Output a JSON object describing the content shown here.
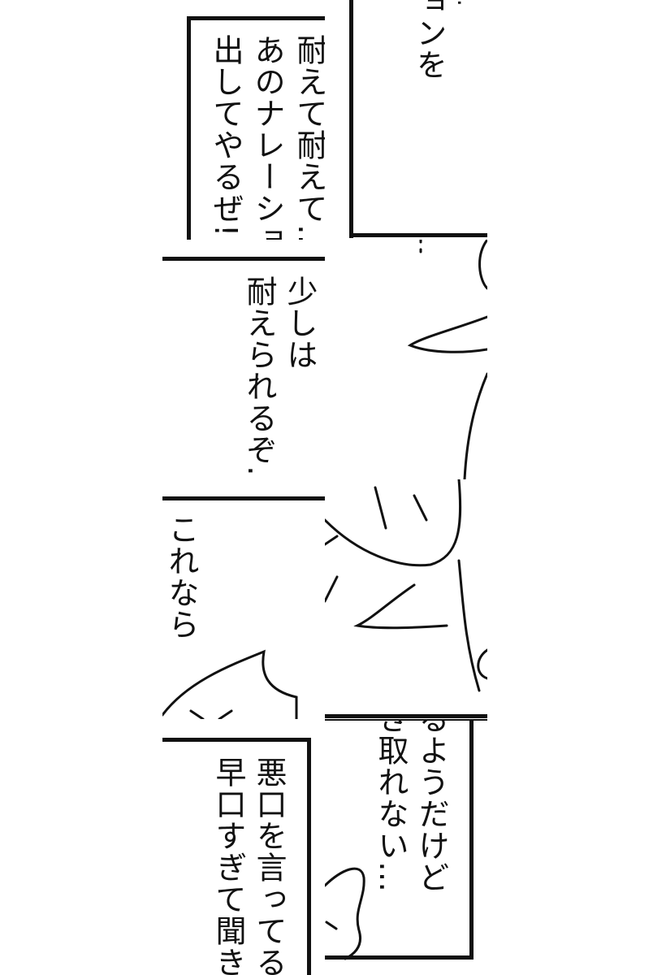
{
  "panels": [
    {
      "id": "r1-left",
      "lines": [
        "耐えて耐えて…",
        "あのナレーショ",
        "出してやるぜ!"
      ]
    },
    {
      "id": "r1-right",
      "lines": [
        "ョンを"
      ],
      "dots": "…",
      "mark": "!"
    },
    {
      "id": "r2-left",
      "lines": [
        "少しは",
        "耐えられるぞ…"
      ]
    },
    {
      "id": "r3-left",
      "lines": [
        "これなら"
      ]
    },
    {
      "id": "r4-left",
      "lines": [
        "悪口を言ってる",
        "早口すぎて聞き"
      ]
    },
    {
      "id": "r4-right",
      "lines": [
        "るようだけど",
        "き取れない…"
      ]
    }
  ],
  "colors": {
    "ink": "#111111",
    "paper": "#ffffff"
  }
}
